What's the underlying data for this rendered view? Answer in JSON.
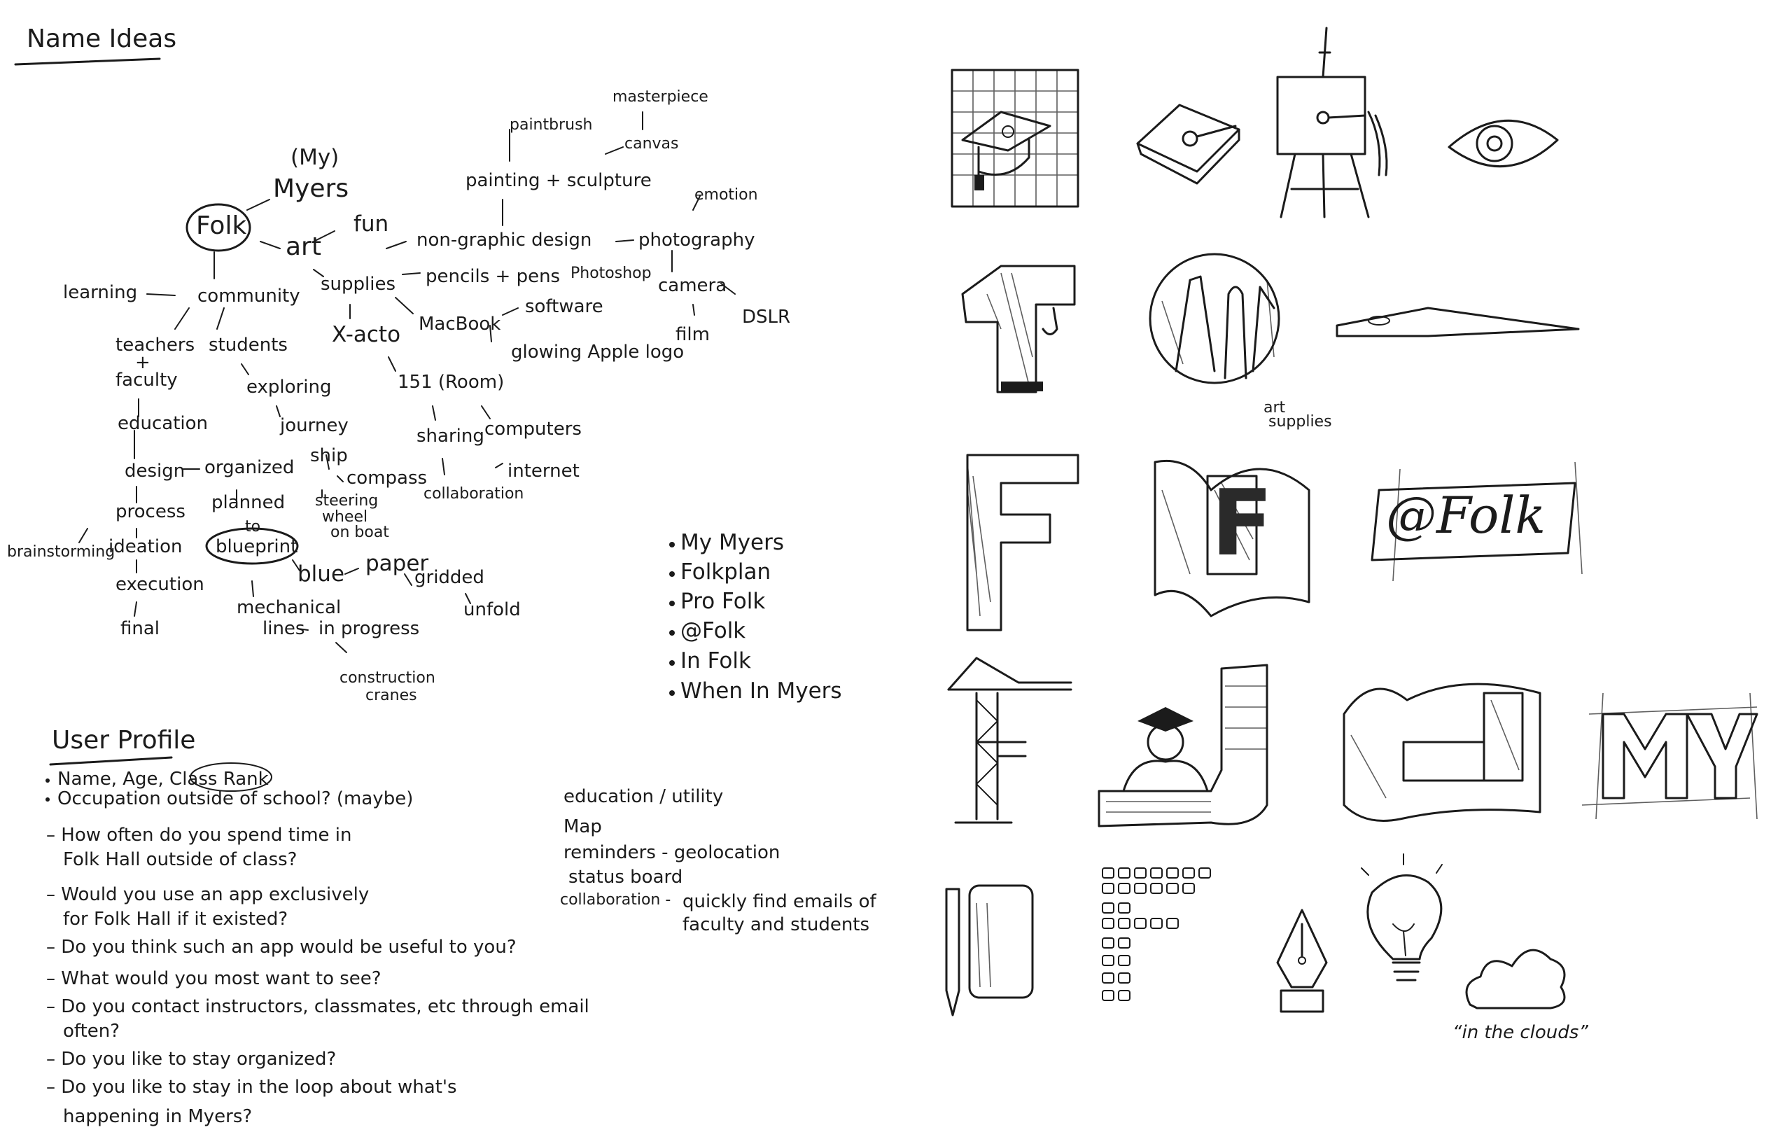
{
  "headings": {
    "name_ideas": "Name Ideas",
    "user_profile": "User Profile"
  },
  "mindmap": {
    "my": "(My)",
    "myers": "Myers",
    "folk": "Folk",
    "fun": "fun",
    "art": "art",
    "learning": "learning",
    "community": "community",
    "teachers": "teachers",
    "plus": "+",
    "faculty": "faculty",
    "students": "students",
    "education": "education",
    "exploring": "exploring",
    "journey": "journey",
    "ship": "ship",
    "compass": "compass",
    "steering": "steering",
    "wheel": "wheel",
    "on_boat": "on boat",
    "design": "design",
    "organized": "organized",
    "planned": "planned",
    "process": "process",
    "brainstorming": "brainstorming",
    "ideation": "ideation",
    "execution": "execution",
    "final": "final",
    "to": "to",
    "blueprint": "blueprint",
    "blue": "blue",
    "paper": "paper",
    "gridded": "gridded",
    "unfold": "unfold",
    "mechanical": "mechanical",
    "lines": "lines",
    "in_progress": "in progress",
    "construction": "construction",
    "cranes": "cranes",
    "supplies": "supplies",
    "pencils_pens": "pencils + pens",
    "x_acto": "X-acto",
    "macbook": "MacBook",
    "software": "software",
    "photoshop": "Photoshop",
    "glowing_apple": "glowing Apple logo",
    "room": "151 (Room)",
    "sharing": "sharing",
    "computers": "computers",
    "collaboration": "collaboration",
    "internet": "internet",
    "non_graphic": "non-graphic design",
    "photography": "photography",
    "emotion": "emotion",
    "camera": "camera",
    "film": "film",
    "dslr": "DSLR",
    "painting": "painting + sculpture",
    "paintbrush": "paintbrush",
    "masterpiece": "masterpiece",
    "canvas": "canvas"
  },
  "name_list": [
    "My Myers",
    "Folkplan",
    "Pro Folk",
    "@Folk",
    "In Folk",
    "When In Myers"
  ],
  "user_profile_items": [
    [
      "Name, Age, Class Rank"
    ],
    [
      "Occupation outside of school? (maybe)"
    ],
    [
      "How often do you spend time in",
      "Folk Hall outside of class?"
    ],
    [
      "Would you use an app exclusively",
      "for Folk Hall if it existed?"
    ],
    [
      "Do you think such an app would be useful to you?"
    ],
    [
      "What would you most want to see?"
    ],
    [
      "Do you contact instructors, classmates, etc through email",
      "often?"
    ],
    [
      "Do you like to stay organized?"
    ],
    [
      "Do you like to stay in the loop about what's",
      "happening in Myers?"
    ]
  ],
  "feature_list": {
    "education": "education / utility",
    "map": "Map",
    "reminders": "reminders - geolocation",
    "status": "status board",
    "collaboration": "collaboration -",
    "quickly": "quickly find emails of",
    "faculty": "faculty and students"
  },
  "sketch_labels": {
    "art_supplies_1": "art",
    "art_supplies_2": "supplies",
    "at_folk": "@Folk",
    "in_the_clouds": "“in the clouds”"
  },
  "sketch_icons": [
    "graduation-cap-grid",
    "tilted-cap",
    "easel",
    "eye",
    "construction-f",
    "art-supplies-circle",
    "xacto-knife",
    "f-block",
    "f-flag",
    "at-folk-logo",
    "crane-f",
    "graduate-j",
    "banner-j",
    "my-block",
    "pencil-notebook",
    "dotted-f",
    "pen-nib",
    "lightbulb",
    "cloud"
  ]
}
